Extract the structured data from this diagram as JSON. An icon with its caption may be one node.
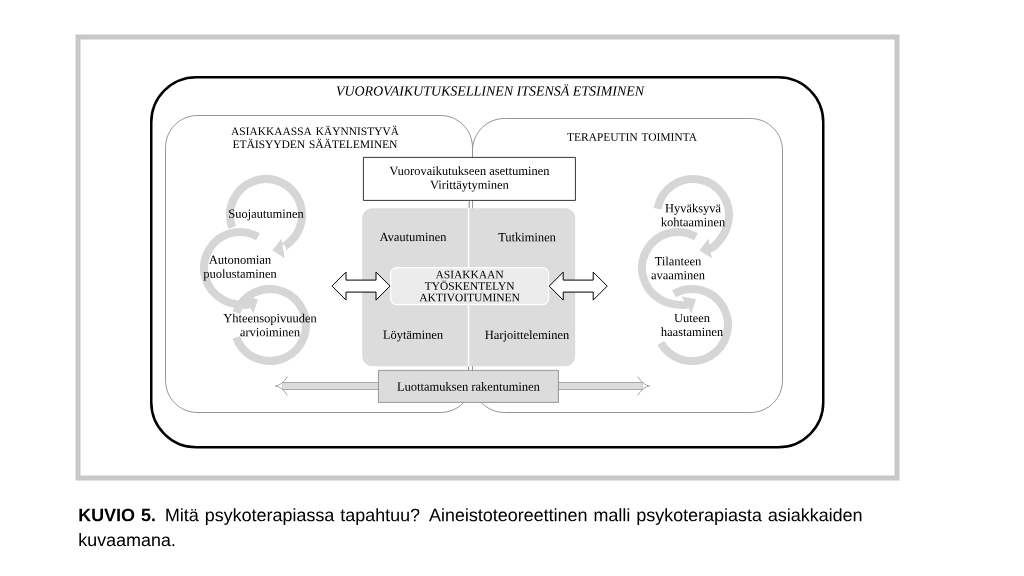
{
  "diagram": {
    "caption": "**KUVIO 5.** Mitä psykoterapiassa tapahtuu? Aineistoteoreettinen malli psykoterapiasta asiakkaiden kuvaamana.",
    "nodes": [
      {
        "text": [
          "VUOROVAIKUTUKSELLINEN ITSENSÄ ETSIMINEN"
        ]
      },
      {
        "text": [
          "ASIAKKAASSA KÄYNNISTYVÄ ETÄISYYDEN SÄÄTELEMINEN"
        ],
        "in": 0
      },
      {
        "text": [
          "TERAPEUTIN TOIMINTA"
        ],
        "in": 0
      },
      {
        "text": [
          "Vuorovaikutukseen asettuminen",
          "Virittäytyminen"
        ],
        "in": 0
      },
      {
        "text": [],
        "shape": "box",
        "in": 0
      },
      {
        "text": [
          "Avautuminen"
        ]
      },
      {
        "text": [
          "Tutkiminen"
        ]
      },
      {
        "text": [
          "Löytäminen"
        ]
      },
      {
        "text": [
          "Harjoitteleminen"
        ]
      },
      {
        "text": [
          "ASIAKKAAN TYÖSKENTELYN AKTIVOITUMINEN"
        ],
        "in": 4
      },
      {
        "text": [
          "Suojautuminen"
        ],
        "in": 1
      },
      {
        "text": [
          "Autonomian puolustaminen"
        ],
        "in": 1
      },
      {
        "text": [
          "Yhteensopivuuden arvioiminen"
        ],
        "in": 1
      },
      {
        "text": [
          "Hyväksyvä kohtaaminen"
        ],
        "in": 2
      },
      {
        "text": [
          "Tilanteen avaaminen"
        ],
        "in": 2
      },
      {
        "text": [
          "Uuteen haastaminen"
        ],
        "in": 2
      },
      {
        "text": [
          "Luottamuksen rakentuminen"
        ],
        "in": 0
      }
    ],
    "edges": [
      {
        "from": null,
        "to": 9,
        "arrow": "both"
      },
      {
        "from": 9,
        "to": null,
        "arrow": "both"
      },
      {
        "from": 3,
        "to": 4,
        "arrow": "none",
        "color": "#828282"
      },
      {
        "from": 4,
        "to": 16,
        "arrow": "none",
        "color": "#828282"
      }
    ]
  }
}
